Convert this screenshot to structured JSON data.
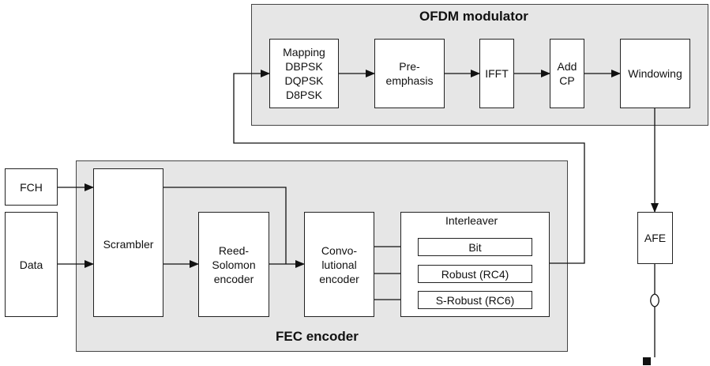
{
  "ofdm": {
    "title": "OFDM modulator",
    "mapping": "Mapping\nDBPSK\nDQPSK\nD8PSK",
    "preemphasis": "Pre-\nemphasis",
    "ifft": "IFFT",
    "addcp": "Add\nCP",
    "windowing": "Windowing"
  },
  "fec": {
    "title": "FEC encoder",
    "scrambler": "Scrambler",
    "reed_solomon": "Reed-\nSolomon\nencoder",
    "convolutional": "Convo-\nlutional\nencoder",
    "interleaver": {
      "title": "Interleaver",
      "bit": "Bit",
      "robust": "Robust (RC4)",
      "srobust": "S-Robust (RC6)"
    }
  },
  "inputs": {
    "fch": "FCH",
    "data": "Data"
  },
  "afe": "AFE"
}
